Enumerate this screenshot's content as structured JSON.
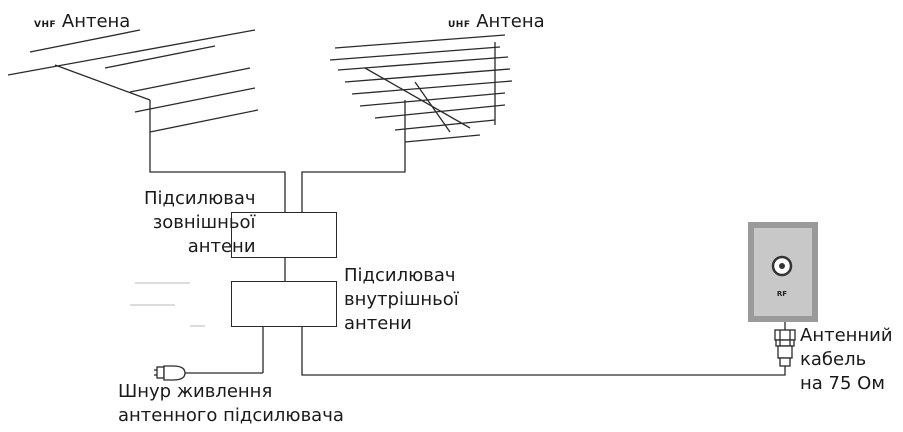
{
  "vhf_antenna": {
    "band": "VHF",
    "label": "Антена"
  },
  "uhf_antenna": {
    "band": "UHF",
    "label": "Антена"
  },
  "outdoor_amplifier": {
    "lines": [
      "Підсилювач",
      "зовнішньої",
      "антени"
    ]
  },
  "indoor_amplifier": {
    "lines": [
      "Підсилювач",
      "внутрішньої",
      "антени"
    ]
  },
  "power_cord": {
    "lines": [
      "Шнур живлення",
      "антенного підсилювача"
    ]
  },
  "antenna_cable": {
    "lines": [
      "Антенний",
      "кабель",
      "на 75 Ом"
    ]
  },
  "wall_socket": {
    "mark": "RF"
  },
  "colors": {
    "line": "#2a2a2a",
    "panel_outer": "#9a9a9a",
    "panel_inner": "#c8c8c8",
    "text": "#1a1a1a"
  }
}
